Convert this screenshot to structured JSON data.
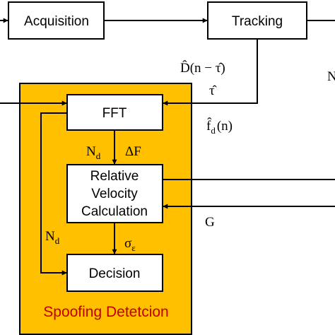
{
  "colors": {
    "panel_fill": "#ffc000",
    "panel_border": "#000000",
    "title_text": "#c00000",
    "box_fill": "#ffffff",
    "line": "#000000"
  },
  "blocks": {
    "acquisition": "Acquisition",
    "tracking": "Tracking",
    "fft": "FFT",
    "relative_velocity": [
      "Relative",
      "Velocity",
      "Calculation"
    ],
    "decision": "Decision"
  },
  "panel": {
    "title": "Spoofing Detetcion"
  },
  "signals": {
    "d_hat": {
      "main": "D̂(n − τ̂)"
    },
    "tau_hat": {
      "main": "τ̂"
    },
    "fd_hat": {
      "main": "f̂",
      "sub": "d",
      "suffix": "(n)"
    },
    "nd_fft": {
      "main": "N",
      "sub": "d"
    },
    "delta_f": {
      "main": "ΔF"
    },
    "sigma": {
      "main": "σ",
      "sub": "ε"
    },
    "nd_loop": {
      "main": "N",
      "sub": "d"
    },
    "g": {
      "main": "G"
    },
    "clipped_right": {
      "main": "N"
    }
  }
}
